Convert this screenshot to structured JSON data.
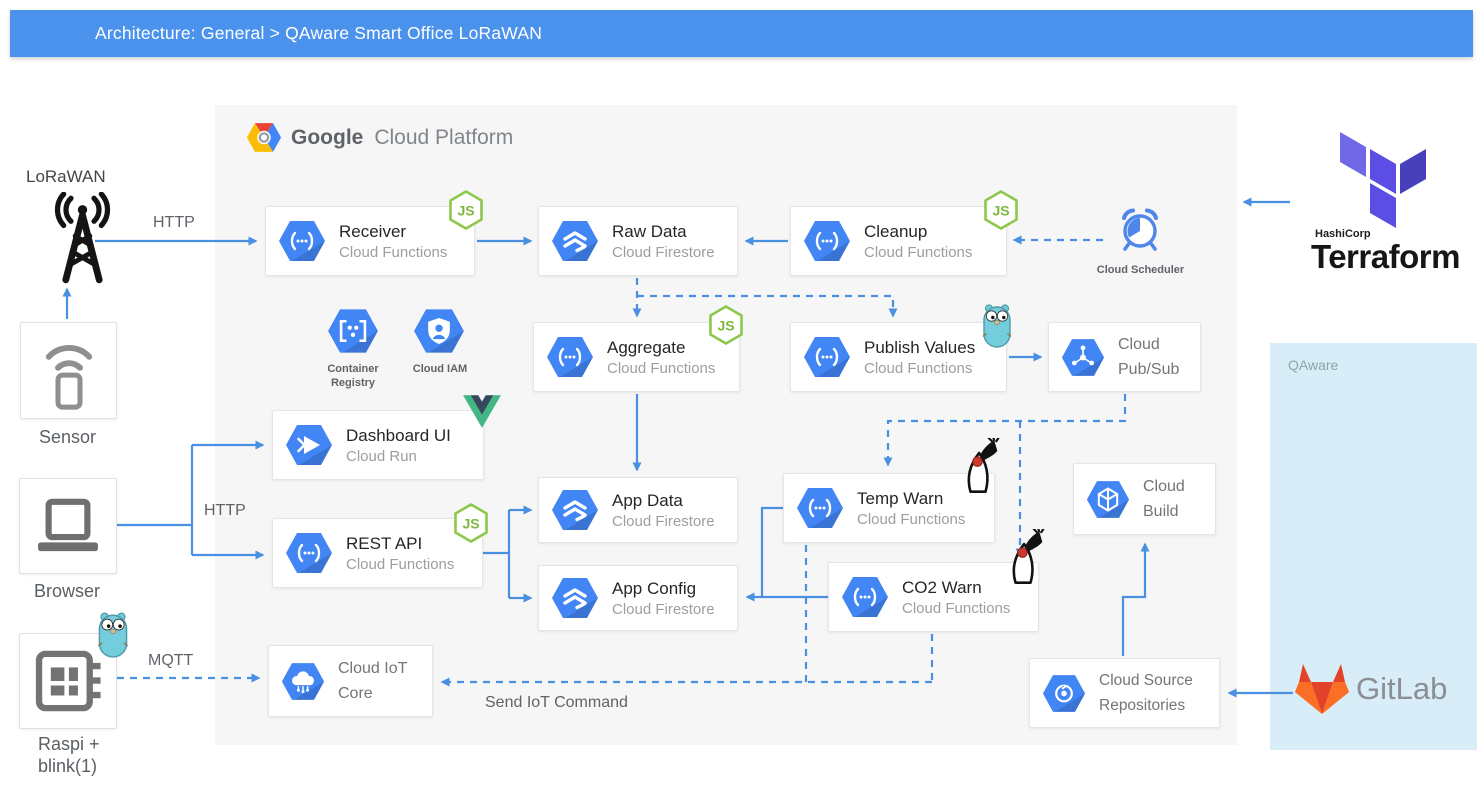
{
  "header": {
    "title": "Architecture: General > QAware Smart Office LoRaWAN"
  },
  "gcp": {
    "logo": {
      "word1": "Google",
      "word2": "Cloud Platform"
    },
    "nodes": {
      "receiver": {
        "title": "Receiver",
        "subtitle": "Cloud Functions",
        "runtime": "nodejs"
      },
      "raw_data": {
        "title": "Raw Data",
        "subtitle": "Cloud Firestore"
      },
      "cleanup": {
        "title": "Cleanup",
        "subtitle": "Cloud Functions",
        "runtime": "nodejs"
      },
      "aggregate": {
        "title": "Aggregate",
        "subtitle": "Cloud Functions",
        "runtime": "nodejs"
      },
      "publish_values": {
        "title": "Publish Values",
        "subtitle": "Cloud Functions",
        "runtime": "go"
      },
      "pubsub": {
        "line1": "Cloud",
        "line2": "Pub/Sub"
      },
      "dashboard_ui": {
        "title": "Dashboard UI",
        "subtitle": "Cloud Run",
        "runtime": "vue"
      },
      "app_data": {
        "title": "App Data",
        "subtitle": "Cloud Firestore"
      },
      "rest_api": {
        "title": "REST API",
        "subtitle": "Cloud Functions",
        "runtime": "nodejs"
      },
      "app_config": {
        "title": "App Config",
        "subtitle": "Cloud Firestore"
      },
      "temp_warn": {
        "title": "Temp Warn",
        "subtitle": "Cloud Functions",
        "runtime": "java"
      },
      "co2_warn": {
        "title": "CO2 Warn",
        "subtitle": "Cloud Functions",
        "runtime": "java"
      },
      "cloud_build": {
        "line1": "Cloud",
        "line2": "Build"
      },
      "iot_core": {
        "line1": "Cloud IoT",
        "line2": "Core"
      },
      "source_repos": {
        "line1": "Cloud Source",
        "line2": "Repositories"
      }
    },
    "icons": {
      "container_registry": {
        "line1": "Container",
        "line2": "Registry"
      },
      "cloud_iam": {
        "label": "Cloud IAM"
      },
      "cloud_scheduler": {
        "label": "Cloud Scheduler"
      }
    }
  },
  "external": {
    "lorawan": {
      "label": "LoRaWAN"
    },
    "sensor": {
      "label": "Sensor"
    },
    "browser": {
      "label": "Browser"
    },
    "raspi": {
      "line1": "Raspi +",
      "line2": "blink(1)"
    },
    "terraform": {
      "brand": "HashiCorp",
      "name": "Terraform"
    },
    "gitlab": {
      "label": "GitLab"
    },
    "qaware": {
      "label": "QAware"
    }
  },
  "edge_labels": {
    "http_lorawan": "HTTP",
    "http_browser": "HTTP",
    "mqtt": "MQTT",
    "send_iot_command": "Send IoT Command"
  },
  "colors": {
    "header_blue": "#4b92ec",
    "arrow_blue": "#4a90e2",
    "gcp_icon_blue": "#4285f4",
    "nodejs_green": "#8cc84b",
    "gopher_teal": "#74cddc",
    "terraform_purple": "#5c4ee5",
    "terraform_indigo": "#4840bb",
    "gitlab_red": "#e24329",
    "gitlab_orange": "#fc6d26",
    "gitlab_yellow": "#fca326",
    "gcp_bg": "#f6f6f6",
    "qaware_bg": "#d8edf7"
  }
}
